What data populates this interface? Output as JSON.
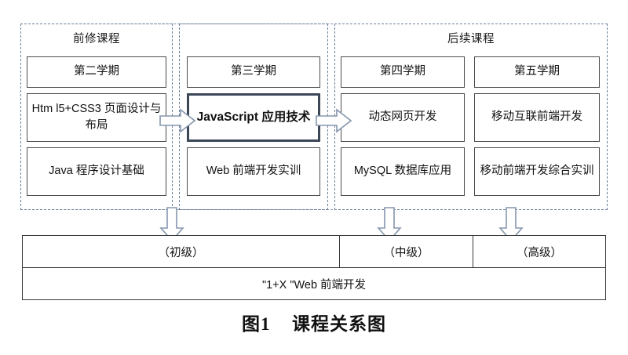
{
  "figure": {
    "caption_label": "图1",
    "caption_title": "课程关系图"
  },
  "groups": [
    {
      "id": "pre",
      "label": "前修课程"
    },
    {
      "id": "post",
      "label": "后续课程"
    }
  ],
  "columns": [
    {
      "id": "term-2",
      "term": "第二学期",
      "courses": [
        {
          "name": "Htm l5+CSS3 页面设计与布局",
          "highlight": false
        },
        {
          "name": "Java 程序设计基础",
          "highlight": false
        }
      ]
    },
    {
      "id": "term-3",
      "term": "第三学期",
      "courses": [
        {
          "name": "JavaScript 应用技术",
          "highlight": true
        },
        {
          "name": "Web 前端开发实训",
          "highlight": false
        }
      ]
    },
    {
      "id": "term-4",
      "term": "第四学期",
      "courses": [
        {
          "name": "动态网页开发",
          "highlight": false
        },
        {
          "name": "MySQL 数据库应用",
          "highlight": false
        }
      ]
    },
    {
      "id": "term-5",
      "term": "第五学期",
      "courses": [
        {
          "name": "移动互联前端开发",
          "highlight": false
        },
        {
          "name": "移动前端开发综合实训",
          "highlight": false
        }
      ]
    }
  ],
  "levels": {
    "cells": [
      "（初级）",
      "（中级）",
      "（高级）"
    ],
    "certificate": "\"1+X \"Web 前端开发"
  },
  "colors": {
    "box_border": "#4b4b4b",
    "highlight_border": "#3b4657",
    "dashed_border": "#6b7f9c",
    "arrow_stroke": "#8596ad",
    "table_border": "#3a3a3a",
    "text": "#111111",
    "background": "#ffffff"
  }
}
